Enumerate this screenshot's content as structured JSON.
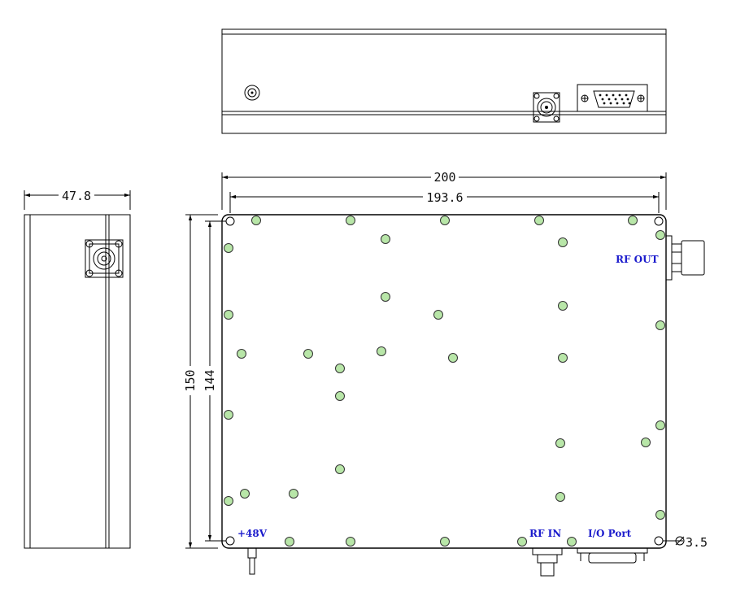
{
  "dimensions": {
    "width_outer": "200",
    "width_holes": "193.6",
    "height_outer": "150",
    "height_holes": "144",
    "depth": "47.8",
    "hole_dia": "3.5"
  },
  "labels": {
    "rf_out": "RF OUT",
    "rf_in": "RF IN",
    "power": "+48V",
    "io_port": "I/O Port"
  },
  "colors": {
    "screw_fill": "#b8e6a8",
    "label_blue": "#1a1acc"
  }
}
